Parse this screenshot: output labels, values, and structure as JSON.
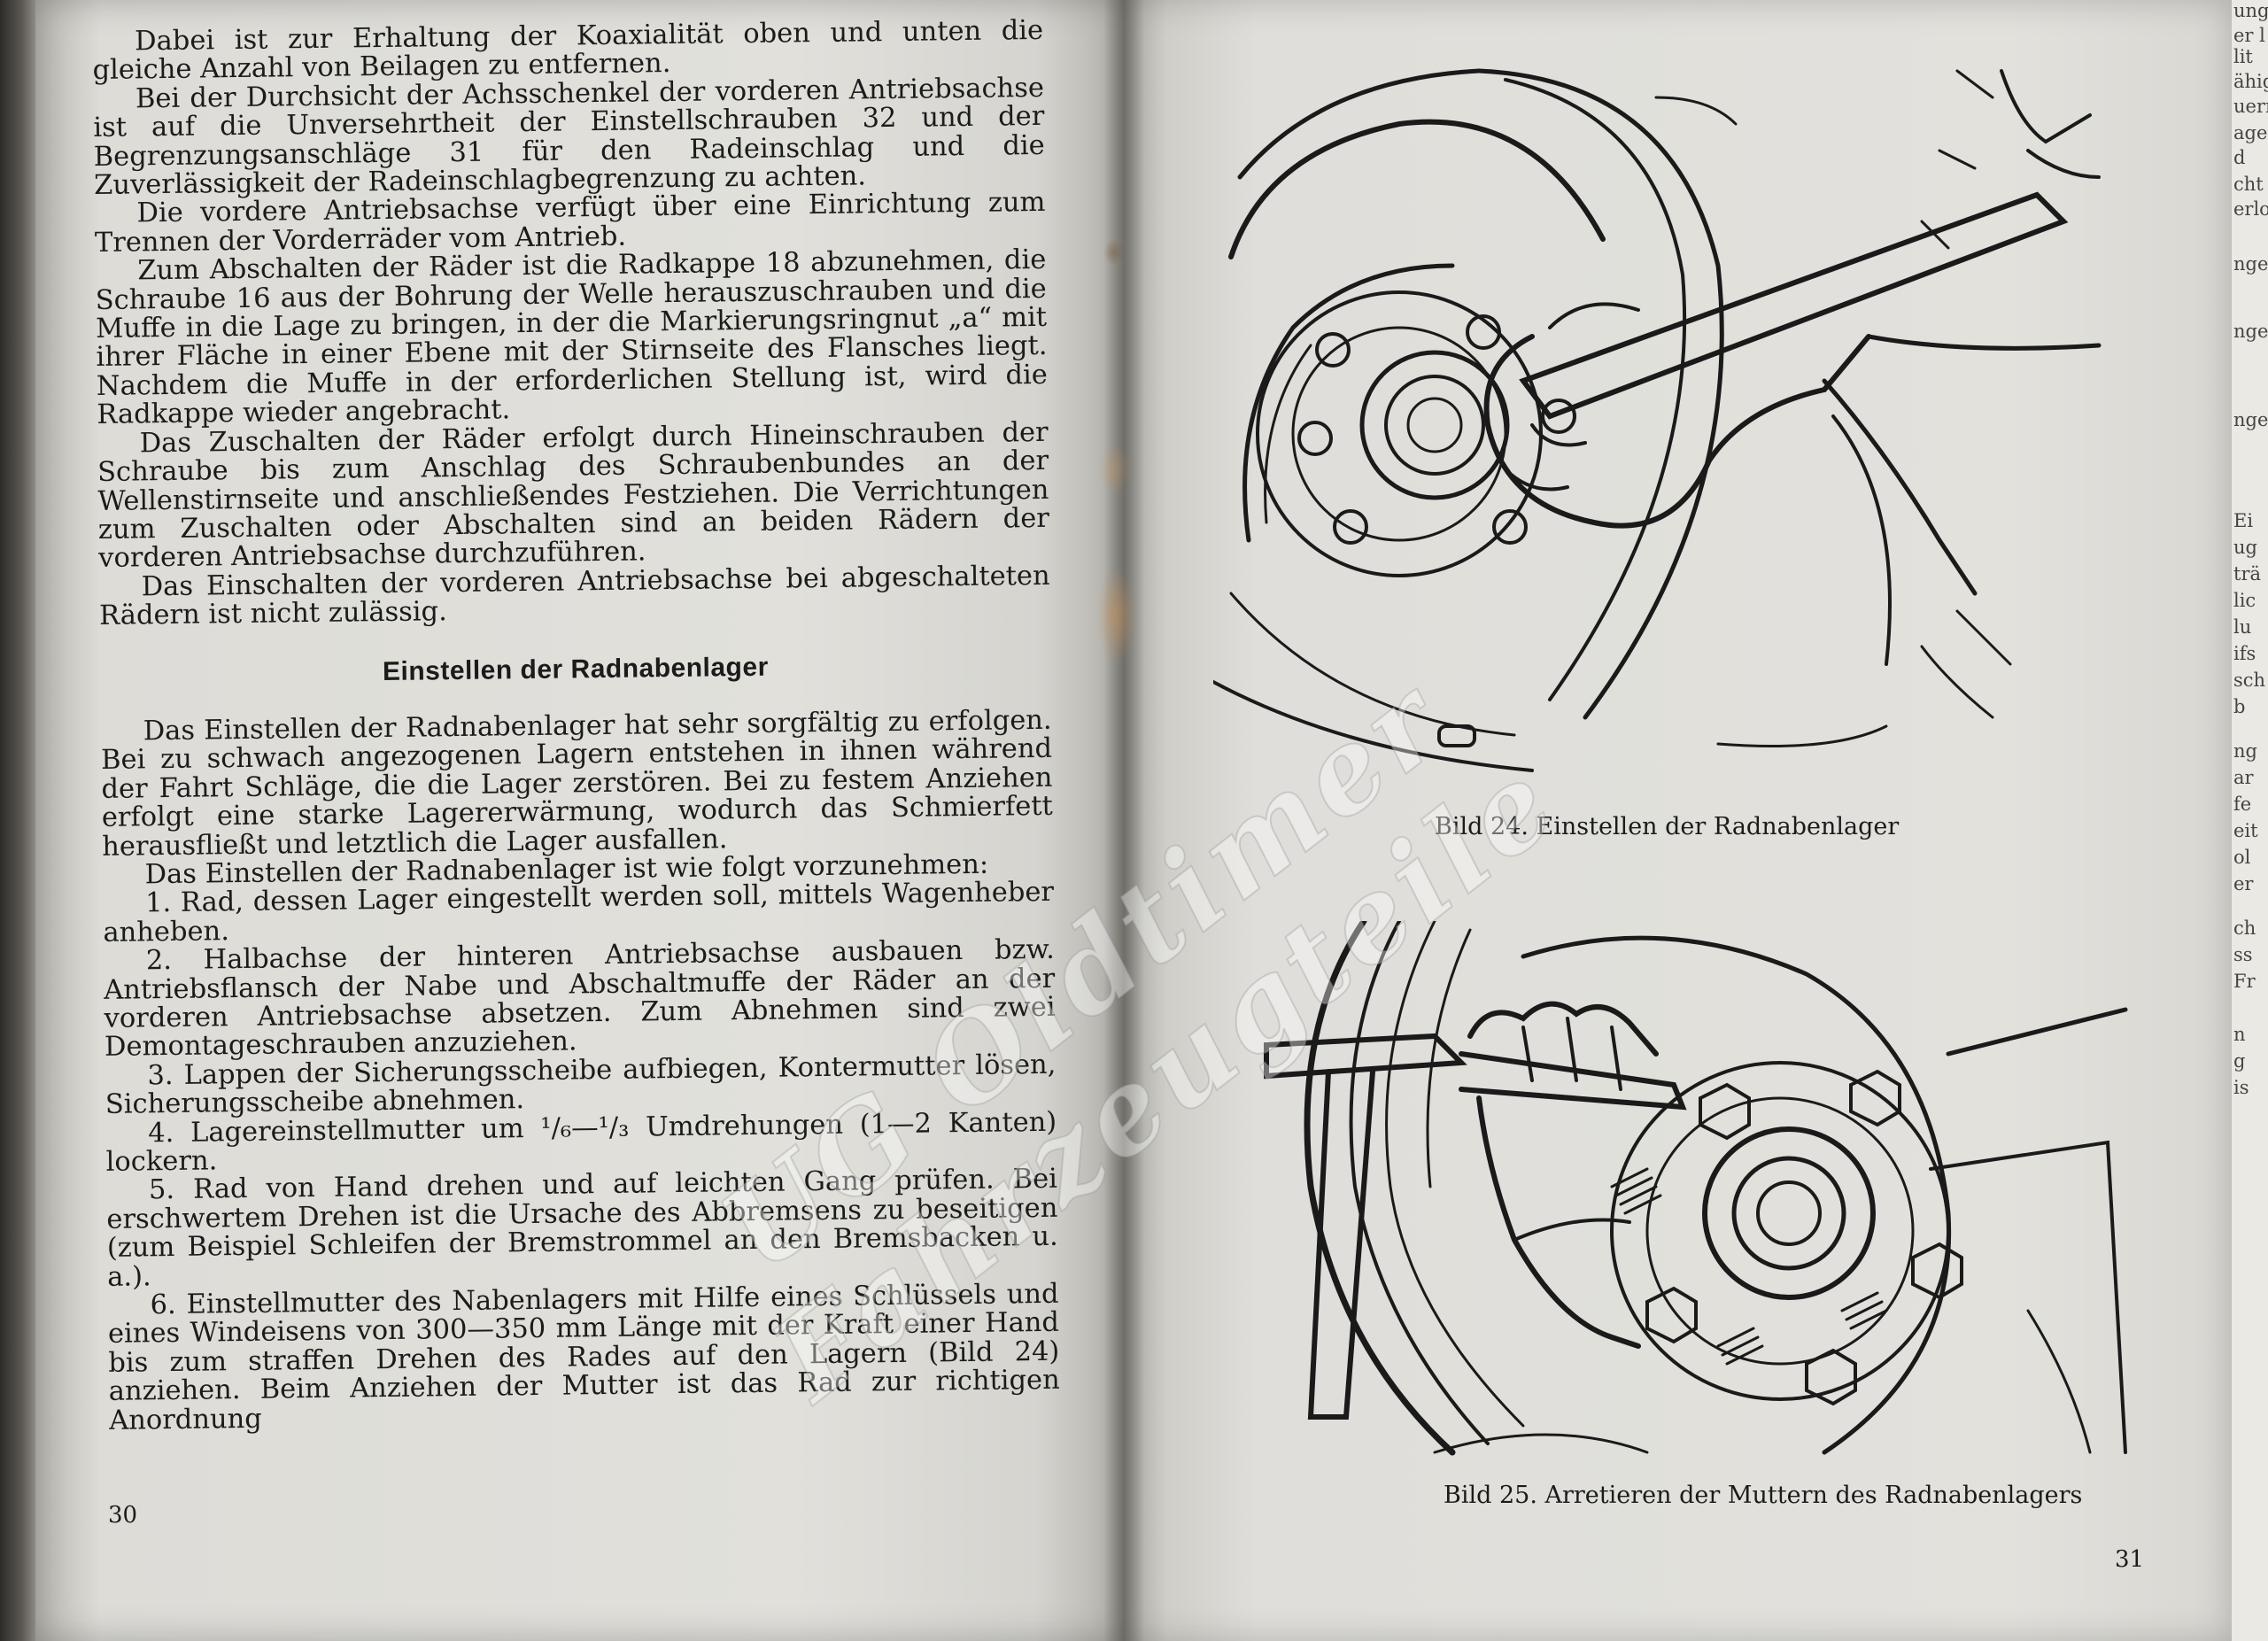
{
  "left_page": {
    "paragraphs": [
      "Dabei ist zur Erhaltung der Koaxialität oben und unten die gleiche Anzahl von Beilagen zu entfernen.",
      "Bei der Durchsicht der Achsschenkel der vorderen Antriebsachse ist auf die Unversehrtheit der Einstellschrauben 32 und der Begrenzungsanschläge 31 für den Radeinschlag und die Zuverlässigkeit der Radeinschlagbegrenzung zu achten.",
      "Die vordere Antriebsachse verfügt über eine Einrichtung zum Trennen der Vorderräder vom Antrieb.",
      "Zum Abschalten der Räder ist die Radkappe 18 abzunehmen, die Schraube 16 aus der Bohrung der Welle herauszuschrauben und die Muffe in die Lage zu bringen, in der die Markierungsringnut „a“ mit ihrer Fläche in einer Ebene mit der Stirnseite des Flansches liegt. Nachdem die Muffe in der erforderlichen Stellung ist, wird die Radkappe wieder angebracht.",
      "Das Zuschalten der Räder erfolgt durch Hineinschrauben der Schraube bis zum Anschlag des Schraubenbundes an der Wellenstirnseite und anschließendes Festziehen. Die Verrichtungen zum Zuschalten oder Abschalten sind an beiden Rädern der vorderen Antriebsachse durchzuführen.",
      "Das Einschalten der vorderen Antriebsachse bei abgeschalteten Rädern ist nicht zulässig."
    ],
    "heading": "Einstellen der Radnabenlager",
    "section_paragraphs": [
      "Das Einstellen der Radnabenlager hat sehr sorgfältig zu erfolgen. Bei zu schwach angezogenen Lagern entstehen in ihnen während der Fahrt Schläge, die die Lager zerstören. Bei zu festem Anziehen erfolgt eine starke Lagererwärmung, wodurch das Schmierfett herausfließt und letztlich die Lager ausfallen.",
      "Das Einstellen der Radnabenlager ist wie folgt vorzunehmen:",
      "1. Rad, dessen Lager eingestellt werden soll, mittels Wagenheber anheben.",
      "2. Halbachse der hinteren Antriebsachse ausbauen bzw. Antriebsflansch der Nabe und Abschaltmuffe der Räder an der vorderen Antriebsachse absetzen. Zum Abnehmen sind zwei Demontageschrauben anzuziehen.",
      "3. Lappen der Sicherungsscheibe aufbiegen, Kontermutter lösen, Sicherungsscheibe abnehmen.",
      "4. Lagereinstellmutter um ¹/₆—¹/₃ Umdrehungen (1—2 Kanten) lockern.",
      "5. Rad von Hand drehen und auf leichten Gang prüfen. Bei erschwertem Drehen ist die Ursache des Abbremsens zu beseitigen (zum Beispiel Schleifen der Bremstrommel an den Bremsbacken u. a.).",
      "6. Einstellmutter des Nabenlagers mit Hilfe eines Schlüssels und eines Windeisens von 300—350 mm Länge mit der Kraft einer Hand bis zum straffen Drehen des Rades auf den Lagern (Bild 24) anziehen. Beim Anziehen der Mutter ist das Rad zur richtigen Anordnung"
    ],
    "page_number": "30"
  },
  "right_page": {
    "figure_24_caption": "Bild 24. Einstellen der Radnabenlager",
    "figure_25_caption": "Bild 25. Arretieren der Muttern des Radnabenlagers",
    "page_number": "31"
  },
  "watermark": {
    "line1": "UG Oldtimer",
    "line2": "Fahrzeugteile"
  },
  "adjacent_page_fragments": [
    "ung",
    "er l",
    "lit",
    "ähig",
    "uerr",
    "age",
    "d",
    "cht",
    "erlo",
    "nge",
    "nge",
    "nge",
    "Ei",
    "ug",
    "trä",
    "lic",
    "lu",
    "ifs",
    "sch",
    "b",
    "ng",
    "ar",
    "fe",
    "eit",
    "ol",
    "er",
    "ch",
    "ss",
    "Fr",
    "n",
    "g",
    "is"
  ],
  "colors": {
    "paper": "#e0dfda",
    "ink": "#1b1b1b",
    "stain": "#c9925a"
  }
}
